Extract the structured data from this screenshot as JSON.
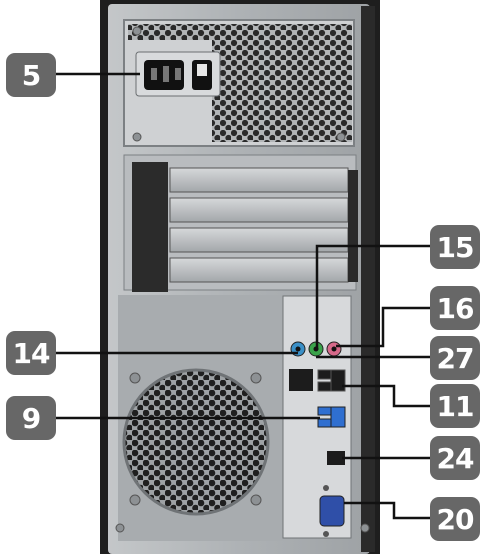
{
  "figure": {
    "subject": "PC tower rear panel",
    "callouts": [
      {
        "id": "c5",
        "label": "5"
      },
      {
        "id": "c15",
        "label": "15"
      },
      {
        "id": "c16",
        "label": "16"
      },
      {
        "id": "c14",
        "label": "14"
      },
      {
        "id": "c27",
        "label": "27"
      },
      {
        "id": "c11",
        "label": "11"
      },
      {
        "id": "c9",
        "label": "9"
      },
      {
        "id": "c24",
        "label": "24"
      },
      {
        "id": "c20",
        "label": "20"
      }
    ]
  },
  "colors": {
    "chassis": "#a9adb0",
    "chassis_dark": "#1e1e1e",
    "callout_bg": "#676767",
    "callout_text": "#ffffff",
    "leader_line": "#111111",
    "usb3_blue": "#2f6fd0",
    "audio_blue": "#3a8fc6",
    "audio_green": "#3aa24a",
    "audio_pink": "#d6698a"
  }
}
